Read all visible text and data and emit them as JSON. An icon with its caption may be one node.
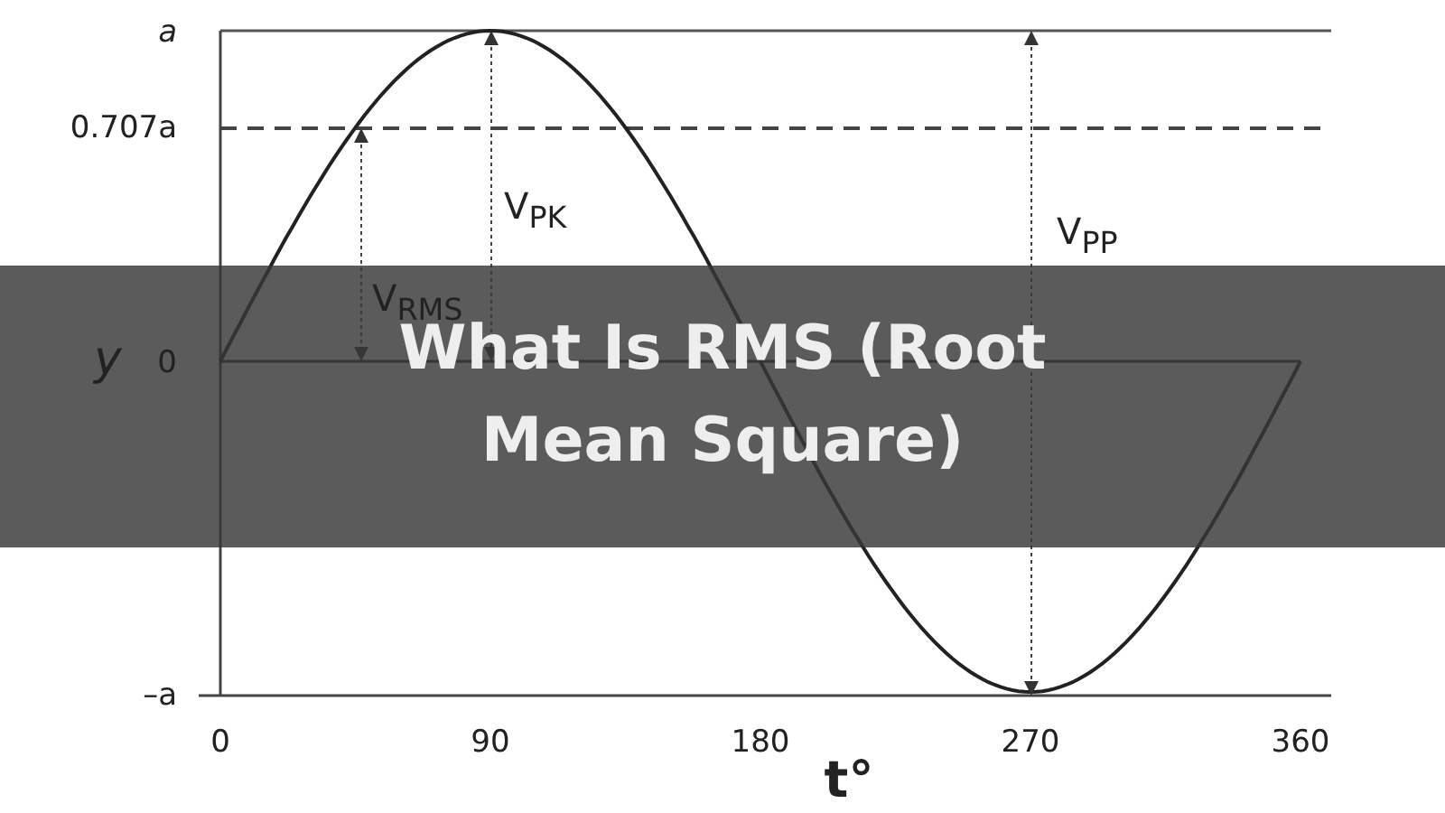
{
  "diagram": {
    "title": "What Is RMS (Root Mean Square)",
    "labels": [
      "a",
      "0.707a",
      "y",
      "0",
      "V$_{PK}$",
      "V$_{PP}$",
      "V$_{RMS}$",
      "–a",
      "0",
      "90",
      "180",
      "270",
      "360",
      "t°"
    ]
  }
}
